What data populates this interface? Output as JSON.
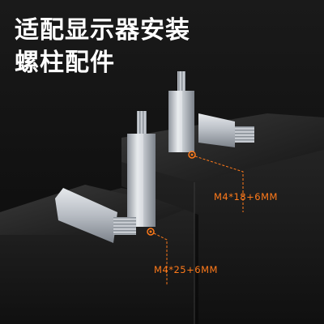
{
  "headline": {
    "line1": "适配显示器安装",
    "line2": "螺柱配件"
  },
  "specs": {
    "upper": "M4*18+6MM",
    "lower": "M4*25+6MM"
  },
  "colors": {
    "background": "#0c0c0c",
    "accent": "#ff7a1a",
    "metal": "#c9ccd1"
  }
}
